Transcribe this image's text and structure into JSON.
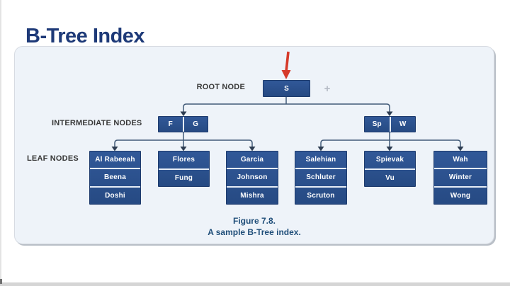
{
  "title": "B-Tree Index",
  "colors": {
    "title_text": "#1e3a78",
    "panel_bg": "#eef3f9",
    "node_fill": "#2b5191",
    "node_border": "#1e3b6d",
    "connector": "#415a78",
    "arrow_red": "#d63a2a",
    "caption_text": "#1f4e79"
  },
  "diagram": {
    "row_labels": {
      "root": "ROOT NODE",
      "intermediate": "INTERMEDIATE NODES",
      "leaf": "LEAF NODES"
    },
    "root": {
      "keys": [
        "S"
      ]
    },
    "intermediate": [
      {
        "keys": [
          "F",
          "G"
        ]
      },
      {
        "keys": [
          "Sp",
          "W"
        ]
      }
    ],
    "leaves": [
      {
        "keys": [
          "Al Rabeeah",
          "Beena",
          "Doshi"
        ]
      },
      {
        "keys": [
          "Flores",
          "Fung"
        ]
      },
      {
        "keys": [
          "Garcia",
          "Johnson",
          "Mishra"
        ]
      },
      {
        "keys": [
          "Salehian",
          "Schluter",
          "Scruton"
        ]
      },
      {
        "keys": [
          "Spievak",
          "Vu"
        ]
      },
      {
        "keys": [
          "Wah",
          "Winter",
          "Wong"
        ]
      }
    ],
    "caption": {
      "line1": "Figure 7.8.",
      "line2": "A sample B-Tree index."
    },
    "plus_glyph": "+"
  }
}
